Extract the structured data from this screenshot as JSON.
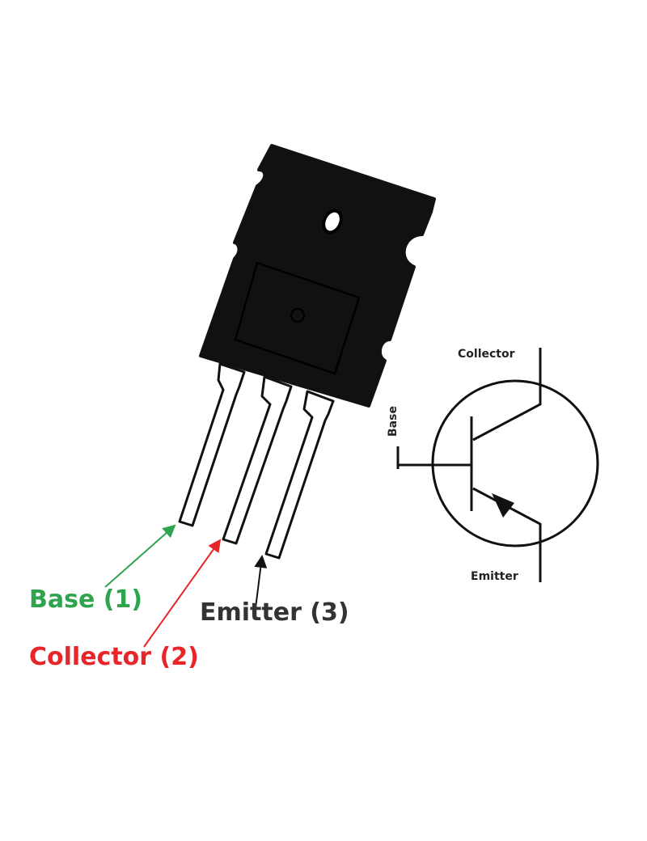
{
  "pin_labels": {
    "base": "Base (1)",
    "collector": "Collector (2)",
    "emitter": "Emitter (3)"
  },
  "symbol_labels": {
    "collector": "Collector",
    "base": "Base",
    "emitter": "Emitter"
  },
  "colors": {
    "base": "#2ea44f",
    "collector": "#e8262a",
    "emitter": "#333333",
    "body": "#111111"
  }
}
